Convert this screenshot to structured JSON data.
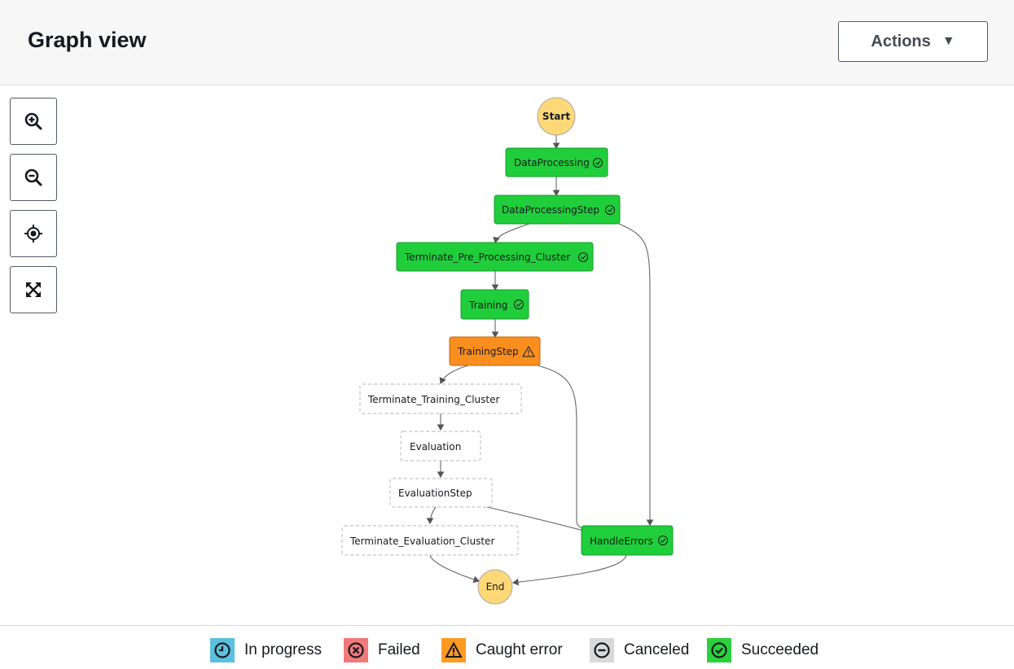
{
  "header": {
    "title": "Graph view",
    "actions_label": "Actions"
  },
  "toolbar": {
    "zoom_in_icon": "zoom-in-icon",
    "zoom_out_icon": "zoom-out-icon",
    "center_icon": "crosshair-icon",
    "fit_icon": "expand-icon"
  },
  "graph": {
    "start": "Start",
    "end": "End",
    "nodes": [
      {
        "label": "DataProcessing",
        "status": "succeeded"
      },
      {
        "label": "DataProcessingStep",
        "status": "succeeded"
      },
      {
        "label": "Terminate_Pre_Processing_Cluster",
        "status": "succeeded"
      },
      {
        "label": "Training",
        "status": "succeeded"
      },
      {
        "label": "TrainingStep",
        "status": "caught-error"
      },
      {
        "label": "Terminate_Training_Cluster",
        "status": "not-run"
      },
      {
        "label": "Evaluation",
        "status": "not-run"
      },
      {
        "label": "EvaluationStep",
        "status": "not-run"
      },
      {
        "label": "Terminate_Evaluation_Cluster",
        "status": "not-run"
      },
      {
        "label": "HandleErrors",
        "status": "succeeded"
      }
    ]
  },
  "legend": [
    {
      "label": "In progress",
      "color": "#5bc0de",
      "icon": "clock-icon"
    },
    {
      "label": "Failed",
      "color": "#f07a7a",
      "icon": "x-circle-icon"
    },
    {
      "label": "Caught error",
      "color": "#ff9a22",
      "icon": "warning-icon"
    },
    {
      "label": "Canceled",
      "color": "#d9d9d9",
      "icon": "minus-circle-icon"
    },
    {
      "label": "Succeeded",
      "color": "#2bd13c",
      "icon": "check-circle-icon"
    }
  ],
  "colors": {
    "succeeded": "#1fce3a",
    "caught_error": "#fa8e1e",
    "start_end": "#ffd877"
  }
}
